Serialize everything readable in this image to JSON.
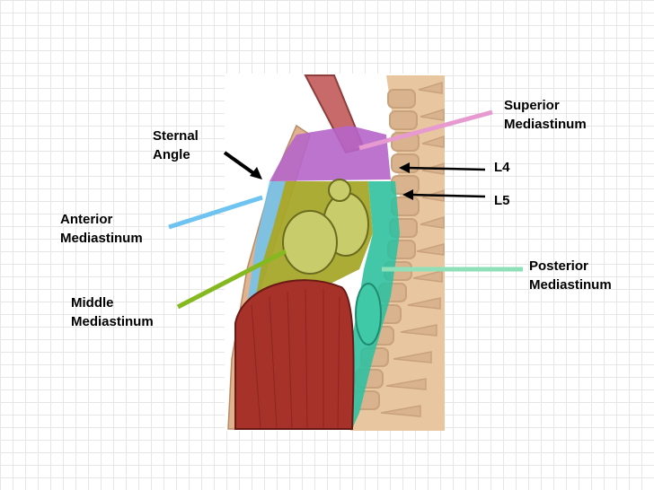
{
  "labels": {
    "sternal_angle": "Sternal\nAngle",
    "superior_mediastinum": "Superior\nMediastinum",
    "l4": "L4",
    "l5": "L5",
    "anterior_mediastinum": "Anterior\nMediastinum",
    "middle_mediastinum": "Middle\nMediastinum",
    "posterior_mediastinum": "Posterior\nMediastinum"
  },
  "colors": {
    "superior": "#b565c9",
    "anterior": "#6ec3f0",
    "middle": "#86b820",
    "posterior": "#6fd6b0",
    "pointer_superior": "#e79ad0",
    "pointer_anterior": "#6ec3f0",
    "pointer_middle": "#86b820",
    "pointer_posterior": "#8fe0b8"
  }
}
